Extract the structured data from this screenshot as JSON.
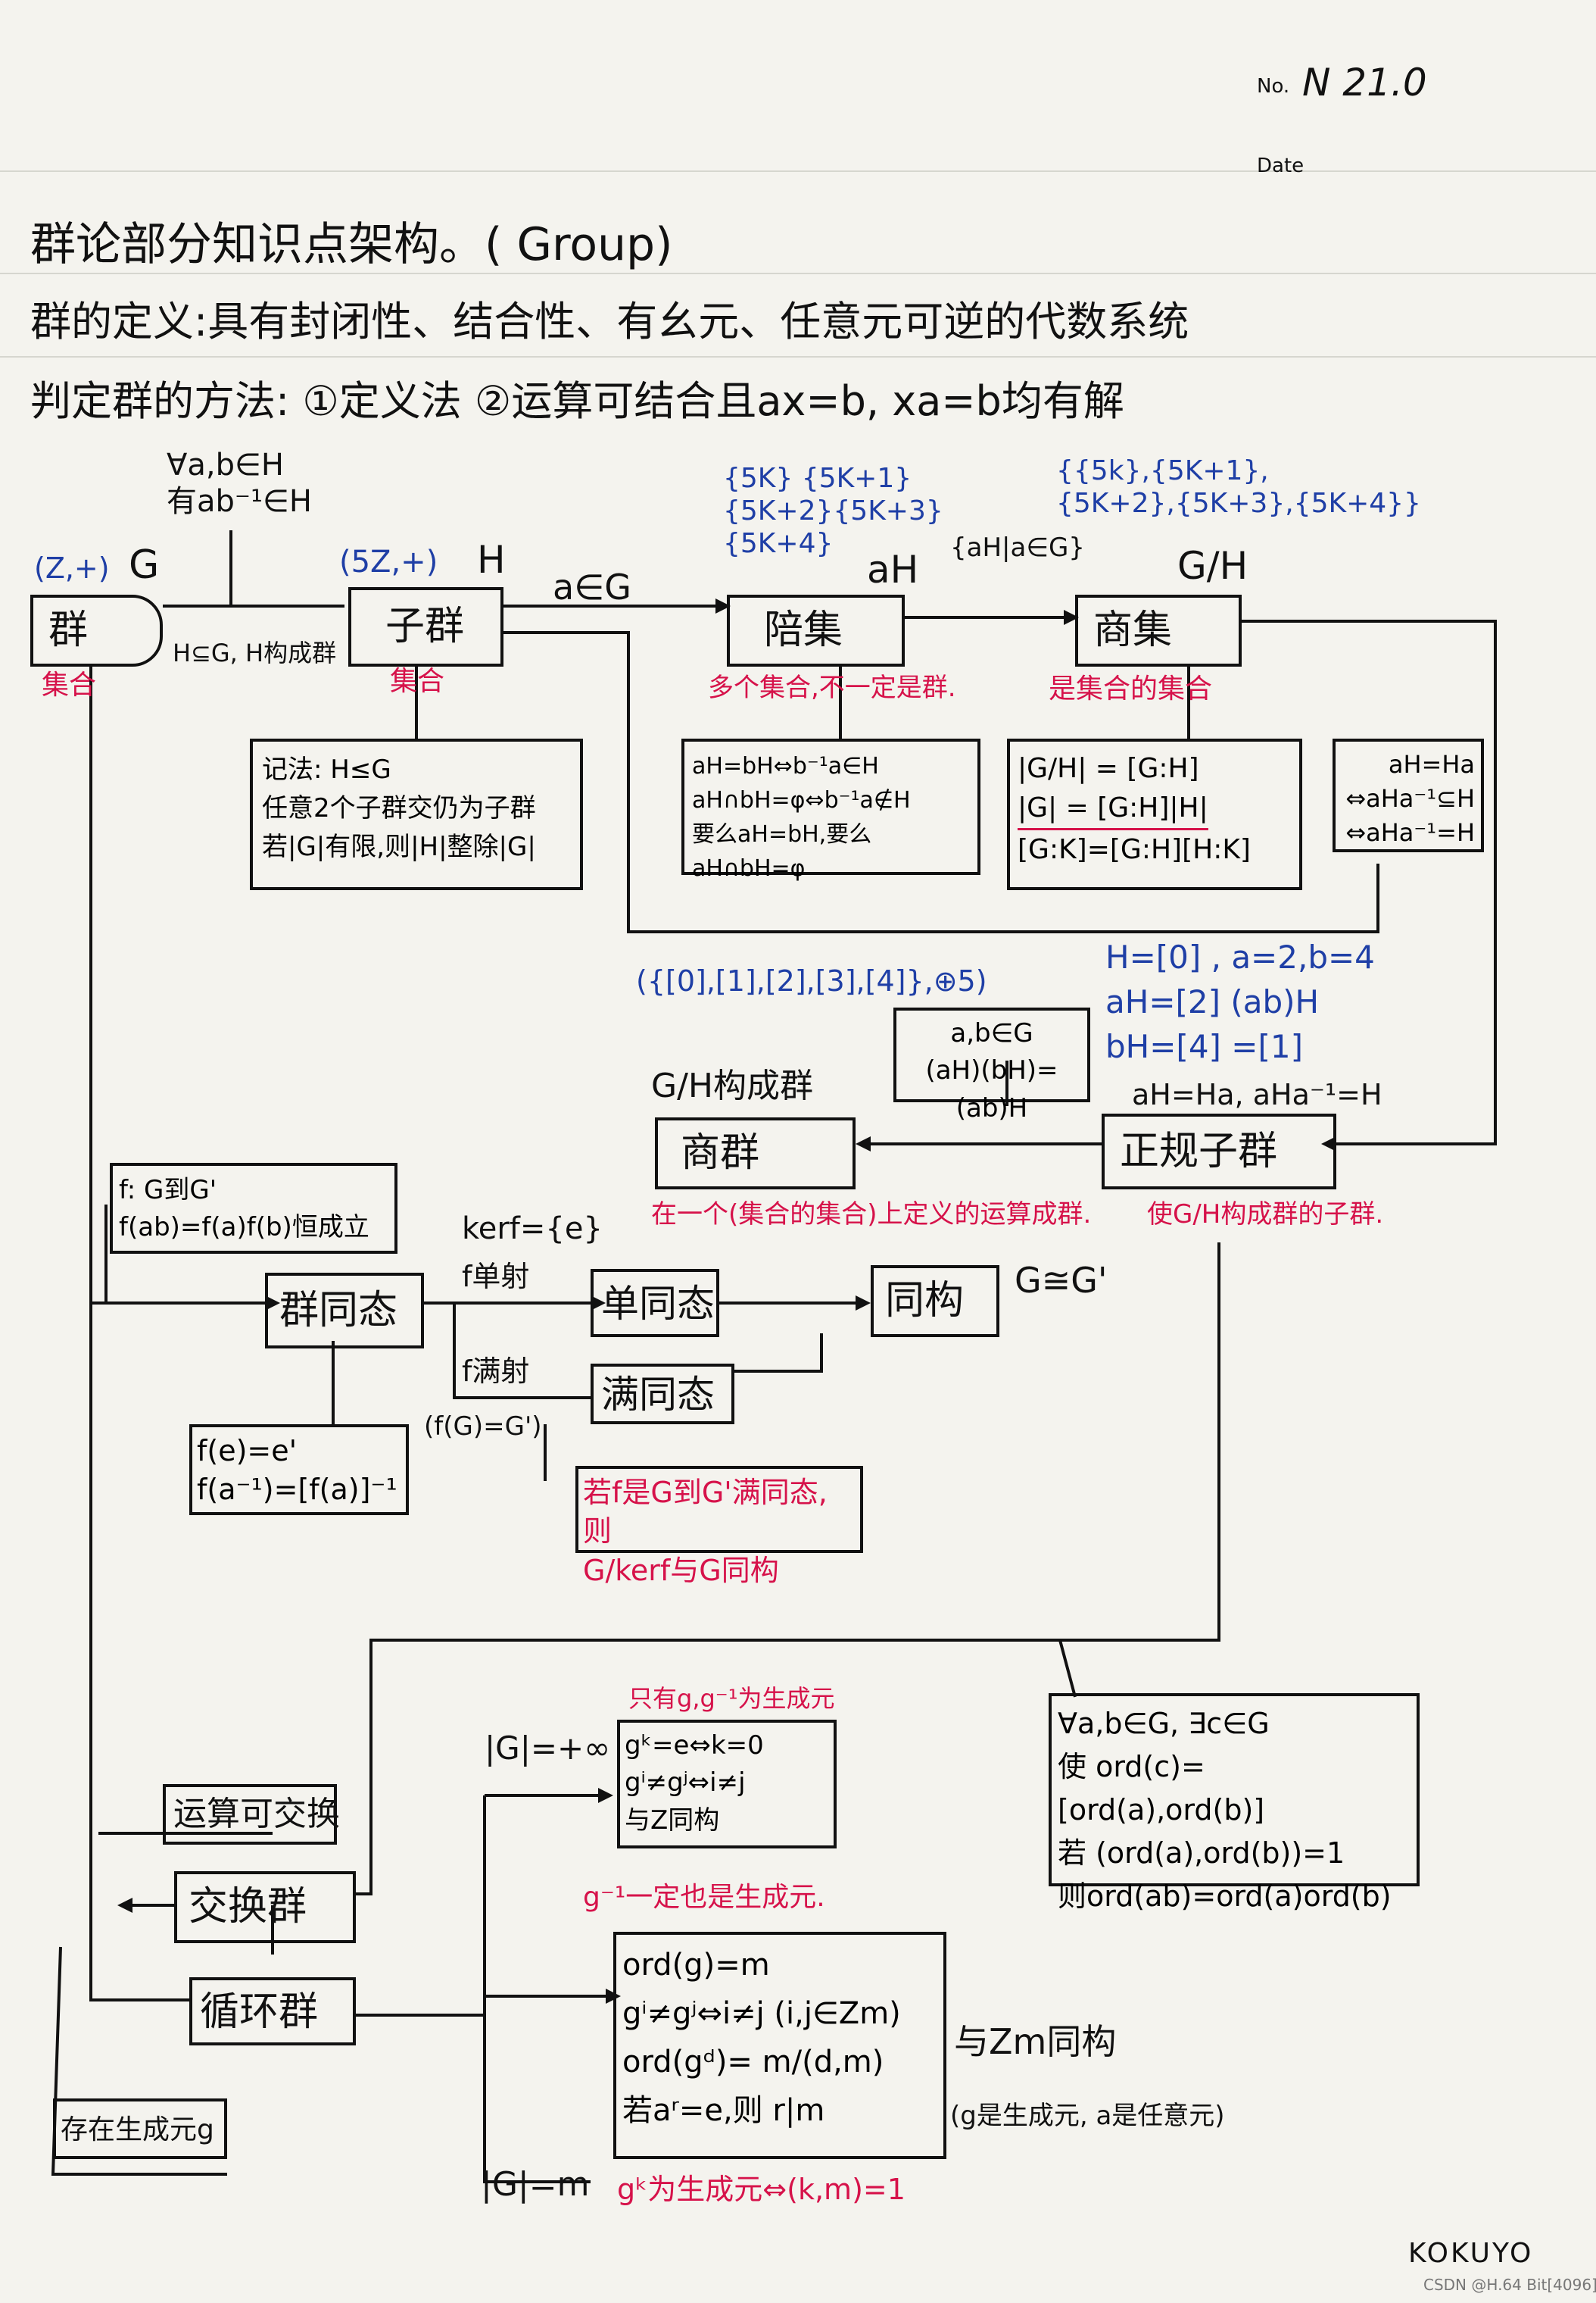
{
  "header": {
    "no_label": "No.",
    "no_value": "N 21.0",
    "date_label": "Date",
    "brand": "KOKUYO",
    "watermark": "CSDN @H.64 Bit[4096]"
  },
  "title_lines": [
    "群论部分知识点架构。( Group)",
    "群的定义:具有封闭性、结合性、有幺元、任意元可逆的代数系统",
    "判定群的方法: ①定义法   ②运算可结合且ax=b, xa=b均有解"
  ],
  "cond_subgroup": [
    "∀a,b∈H",
    "有ab⁻¹∈H"
  ],
  "labels": {
    "group_example": "(Z,+)",
    "G": "G",
    "subgroup_example": "(5Z,+)",
    "H": "H",
    "a_in_G": "a∈G",
    "cosets_example": [
      "{5K} {5K+1}",
      "{5K+2}{5K+3}",
      "{5K+4}"
    ],
    "aH": "aH",
    "aH_set": "{aH|a∈G}",
    "GH": "G/H",
    "quotient_example": [
      "{{5k},{5K+1},",
      "{5K+2},{5K+3},{5K+4}}"
    ],
    "H_subset_G": "H⊆G, H构成群"
  },
  "nodes": {
    "group": "群",
    "subgroup": "子群",
    "coset": "陪集",
    "quotient_set": "商集",
    "quotient_group": "商群",
    "normal_subgroup": "正规子群",
    "homomorphism": "群同态",
    "mono": "单同态",
    "epi": "满同态",
    "iso": "同构",
    "comm_op": "运算可交换",
    "abelian": "交换群",
    "cyclic": "循环群",
    "exists_generator": "存在生成元g"
  },
  "red_notes": {
    "group_set": "集合",
    "subgroup_set": "集合",
    "coset_note": "多个集合,不一定是群.",
    "quotient_set_note": "是集合的集合",
    "quotient_group_note": "在一个(集合的集合)上定义的运算成群.",
    "normal_note": "使G/H构成群的子群.",
    "iso_theorem": [
      "若f是G到G'满同态,则",
      "G/kerf与G同构"
    ],
    "generators": "只有g,g⁻¹为生成元",
    "inverse_gen": "g⁻¹一定也是生成元.",
    "gk_gen": "gᵏ为生成元⇔(k,m)=1"
  },
  "box_subgroup": [
    "记法: H≤G",
    "任意2个子群交仍为子群",
    "若|G|有限,则|H|整除|G|"
  ],
  "box_coset": [
    "aH=bH⇔b⁻¹a∈H",
    "aH∩bH=φ⇔b⁻¹a∉H",
    "要么aH=bH,要么aH∩bH=φ"
  ],
  "box_lagrange": [
    "|G/H| = [G:H]",
    "|G| = [G:H]|H|",
    "[G:K]=[G:H][H:K]"
  ],
  "box_normal": [
    "aH=Ha",
    "⇔aHa⁻¹⊆H",
    "⇔aHa⁻¹=H"
  ],
  "zmod_example": "({[0],[1],[2],[3],[4]},⊕5)",
  "coset_calc": [
    "H=[0] , a=2,b=4",
    "aH=[2]  (ab)H",
    "bH=[4]     =[1]"
  ],
  "box_quotient_op": [
    "a,b∈G",
    "(aH)(bH)=(ab)H"
  ],
  "quotient_forms_group": "G/H构成群",
  "normal_cond": "aH=Ha, aHa⁻¹=H",
  "box_hom_def": [
    "f: G到G'",
    "f(ab)=f(a)f(b)恒成立"
  ],
  "kerf": "kerf={e}",
  "injective": "f单射",
  "surjective": "f满射",
  "fG": "(f(G)=G')",
  "iso_sym": "G≅G'",
  "box_hom_props": [
    "f(e)=e'",
    "f(a⁻¹)=[f(a)]⁻¹"
  ],
  "infinite_order": "|G|=+∞",
  "finite_order": "|G|=m",
  "box_infinite": [
    "gᵏ=e⇔k=0",
    "gⁱ≠gʲ⇔i≠j",
    "与Z同构"
  ],
  "box_finite": [
    "ord(g)=m",
    "gⁱ≠gʲ⇔i≠j (i,j∈Zm)",
    "ord(gᵈ)= m/(d,m)",
    "若aʳ=e,则 r|m"
  ],
  "zm_iso": "与Zm同构",
  "finite_note": "(g是生成元, a是任意元)",
  "box_order": [
    "∀a,b∈G, ∃c∈G",
    "使 ord(c)=[ord(a),ord(b)]",
    "若 (ord(a),ord(b))=1",
    "则ord(ab)=ord(a)ord(b)"
  ],
  "colors": {
    "ink": "#111111",
    "blue": "#1f3fa6",
    "red": "#d6124a",
    "paper": "#f4f3ee"
  }
}
